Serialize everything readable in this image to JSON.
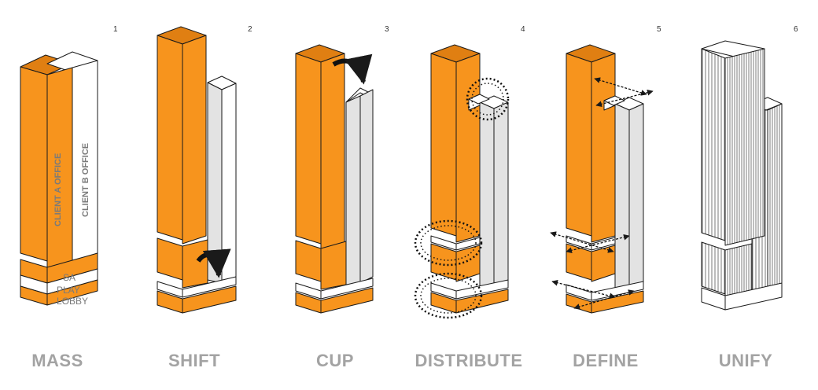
{
  "colors": {
    "orange": "#f7941d",
    "orange_dark": "#e07f12",
    "grey_face": "#e3e3e3",
    "label_grey": "#7a7a7a",
    "outline": "#1a1a1a",
    "caption": "#a3a3a3"
  },
  "steps": [
    {
      "number": "1",
      "caption": "MASS"
    },
    {
      "number": "2",
      "caption": "SHIFT"
    },
    {
      "number": "3",
      "caption": "CUP"
    },
    {
      "number": "4",
      "caption": "DISTRIBUTE"
    },
    {
      "number": "5",
      "caption": "DEFINE"
    },
    {
      "number": "6",
      "caption": "UNIFY"
    }
  ],
  "mass_labels": {
    "client_a": "CLIENT A OFFICE",
    "client_b": "CLIENT B OFFICE",
    "sa": "SA",
    "play": "PLAY",
    "lobby": "LOBBY"
  },
  "icons": [
    "curved-arrow-icon",
    "dashed-circle-icon",
    "double-arrow-icon"
  ]
}
